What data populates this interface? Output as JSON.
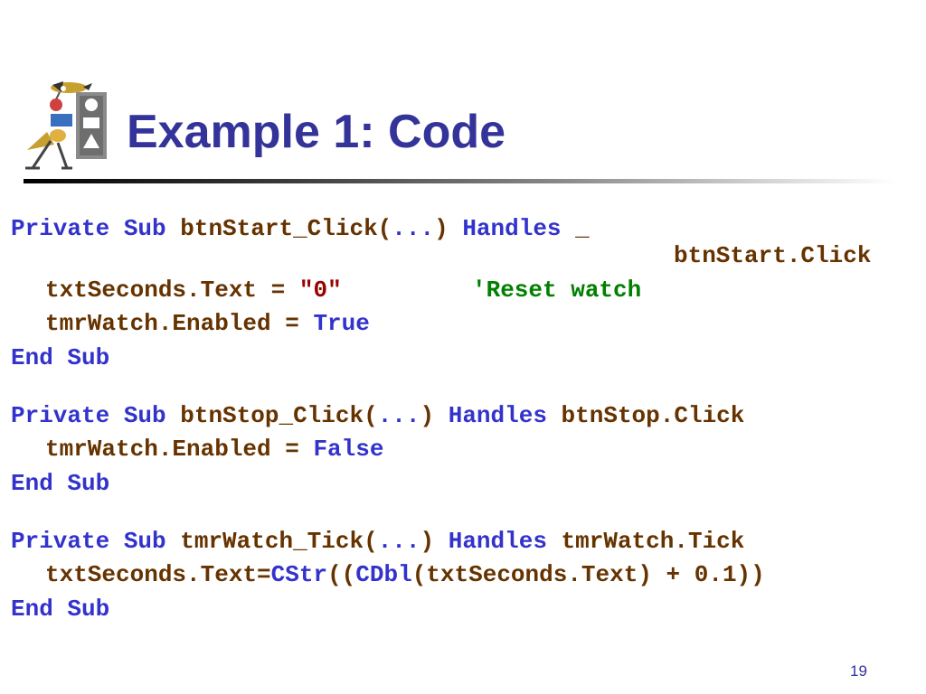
{
  "slide": {
    "title": "Example 1: Code",
    "page_number": "19",
    "logo_icon": "clipart-figure-with-traffic-signal-icon",
    "colors": {
      "title": "#333399",
      "keyword": "#3333cc",
      "identifier": "#663300",
      "string": "#990000",
      "comment": "#008000"
    }
  },
  "code": {
    "b1_l1": {
      "kw1": "Private Sub",
      "ident1": " btnStart_Click(",
      "kw2": "...",
      "ident2": ") ",
      "kw3": "Handles",
      "ident3": " _"
    },
    "b1_l2": {
      "ident": "btnStart.Click"
    },
    "b1_l3": {
      "ident": "txtSeconds.Text = ",
      "str": "\"0\"",
      "cmt": "'Reset watch"
    },
    "b1_l4": {
      "ident": "tmrWatch.Enabled = ",
      "kw": "True"
    },
    "b1_l5": {
      "kw": "End Sub"
    },
    "b2_l1": {
      "kw1": "Private Sub",
      "ident1": " btnStop_Click(",
      "kw2": "...",
      "ident2": ") ",
      "kw3": "Handles",
      "ident3": " btnStop.Click"
    },
    "b2_l2": {
      "ident": "tmrWatch.Enabled = ",
      "kw": "False"
    },
    "b2_l3": {
      "kw": "End Sub"
    },
    "b3_l1": {
      "kw1": "Private Sub",
      "ident1": " tmrWatch_Tick(",
      "kw2": "...",
      "ident2": ") ",
      "kw3": "Handles",
      "ident3": " tmrWatch.Tick"
    },
    "b3_l2": {
      "ident1": "txtSeconds.Text=",
      "kw1": "CStr",
      "ident2": "((",
      "kw2": "CDbl",
      "ident3": "(txtSeconds.Text) + 0.1))"
    },
    "b3_l3": {
      "kw": "End Sub"
    }
  }
}
